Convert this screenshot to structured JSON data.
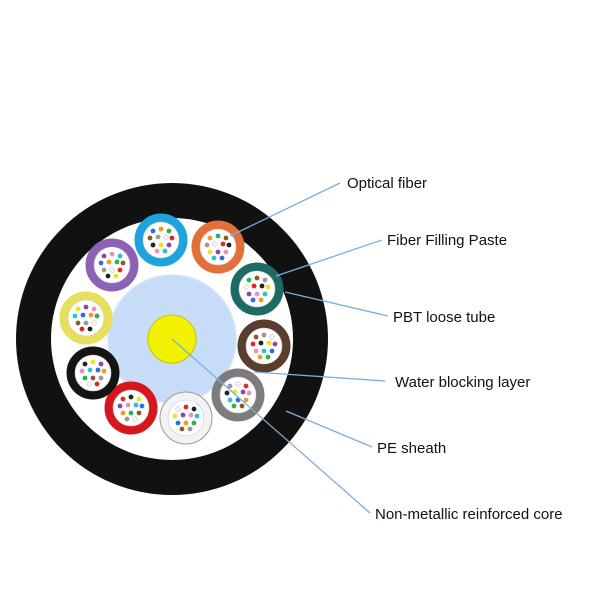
{
  "diagram": {
    "labels": {
      "optical_fiber": "Optical fiber",
      "filling_paste": "Fiber Filling Paste",
      "loose_tube": "PBT loose tube",
      "water_blocking": "Water blocking layer",
      "pe_sheath": "PE sheath",
      "reinforced_core": "Non-metallic reinforced core"
    },
    "colors": {
      "sheath": "#111111",
      "filling": "#ffffff",
      "water_blocking": "#c7ddf7",
      "core": "#f2f200",
      "leader": "#7aaedc"
    },
    "tubes": [
      {
        "name": "blue-tube",
        "color": "#1fa3dd"
      },
      {
        "name": "orange-tube",
        "color": "#e2703a"
      },
      {
        "name": "teal-tube",
        "color": "#1e6b66"
      },
      {
        "name": "brown-tube",
        "color": "#5a3d2f"
      },
      {
        "name": "grey-tube",
        "color": "#7c7c7c"
      },
      {
        "name": "white-tube",
        "color": "#f2f2f2"
      },
      {
        "name": "red-tube",
        "color": "#d8161e"
      },
      {
        "name": "black-tube",
        "color": "#141414"
      },
      {
        "name": "yellow-tube",
        "color": "#e6e05a"
      },
      {
        "name": "violet-tube",
        "color": "#8b62b4"
      }
    ],
    "fiber_colors": [
      "#2e6fd8",
      "#f29a1f",
      "#2db34a",
      "#8a5a2b",
      "#9a9a9a",
      "#f4f4f4",
      "#e0262c",
      "#222222",
      "#f2e21a",
      "#8e44ad",
      "#f08dc2",
      "#29c4d0"
    ]
  }
}
